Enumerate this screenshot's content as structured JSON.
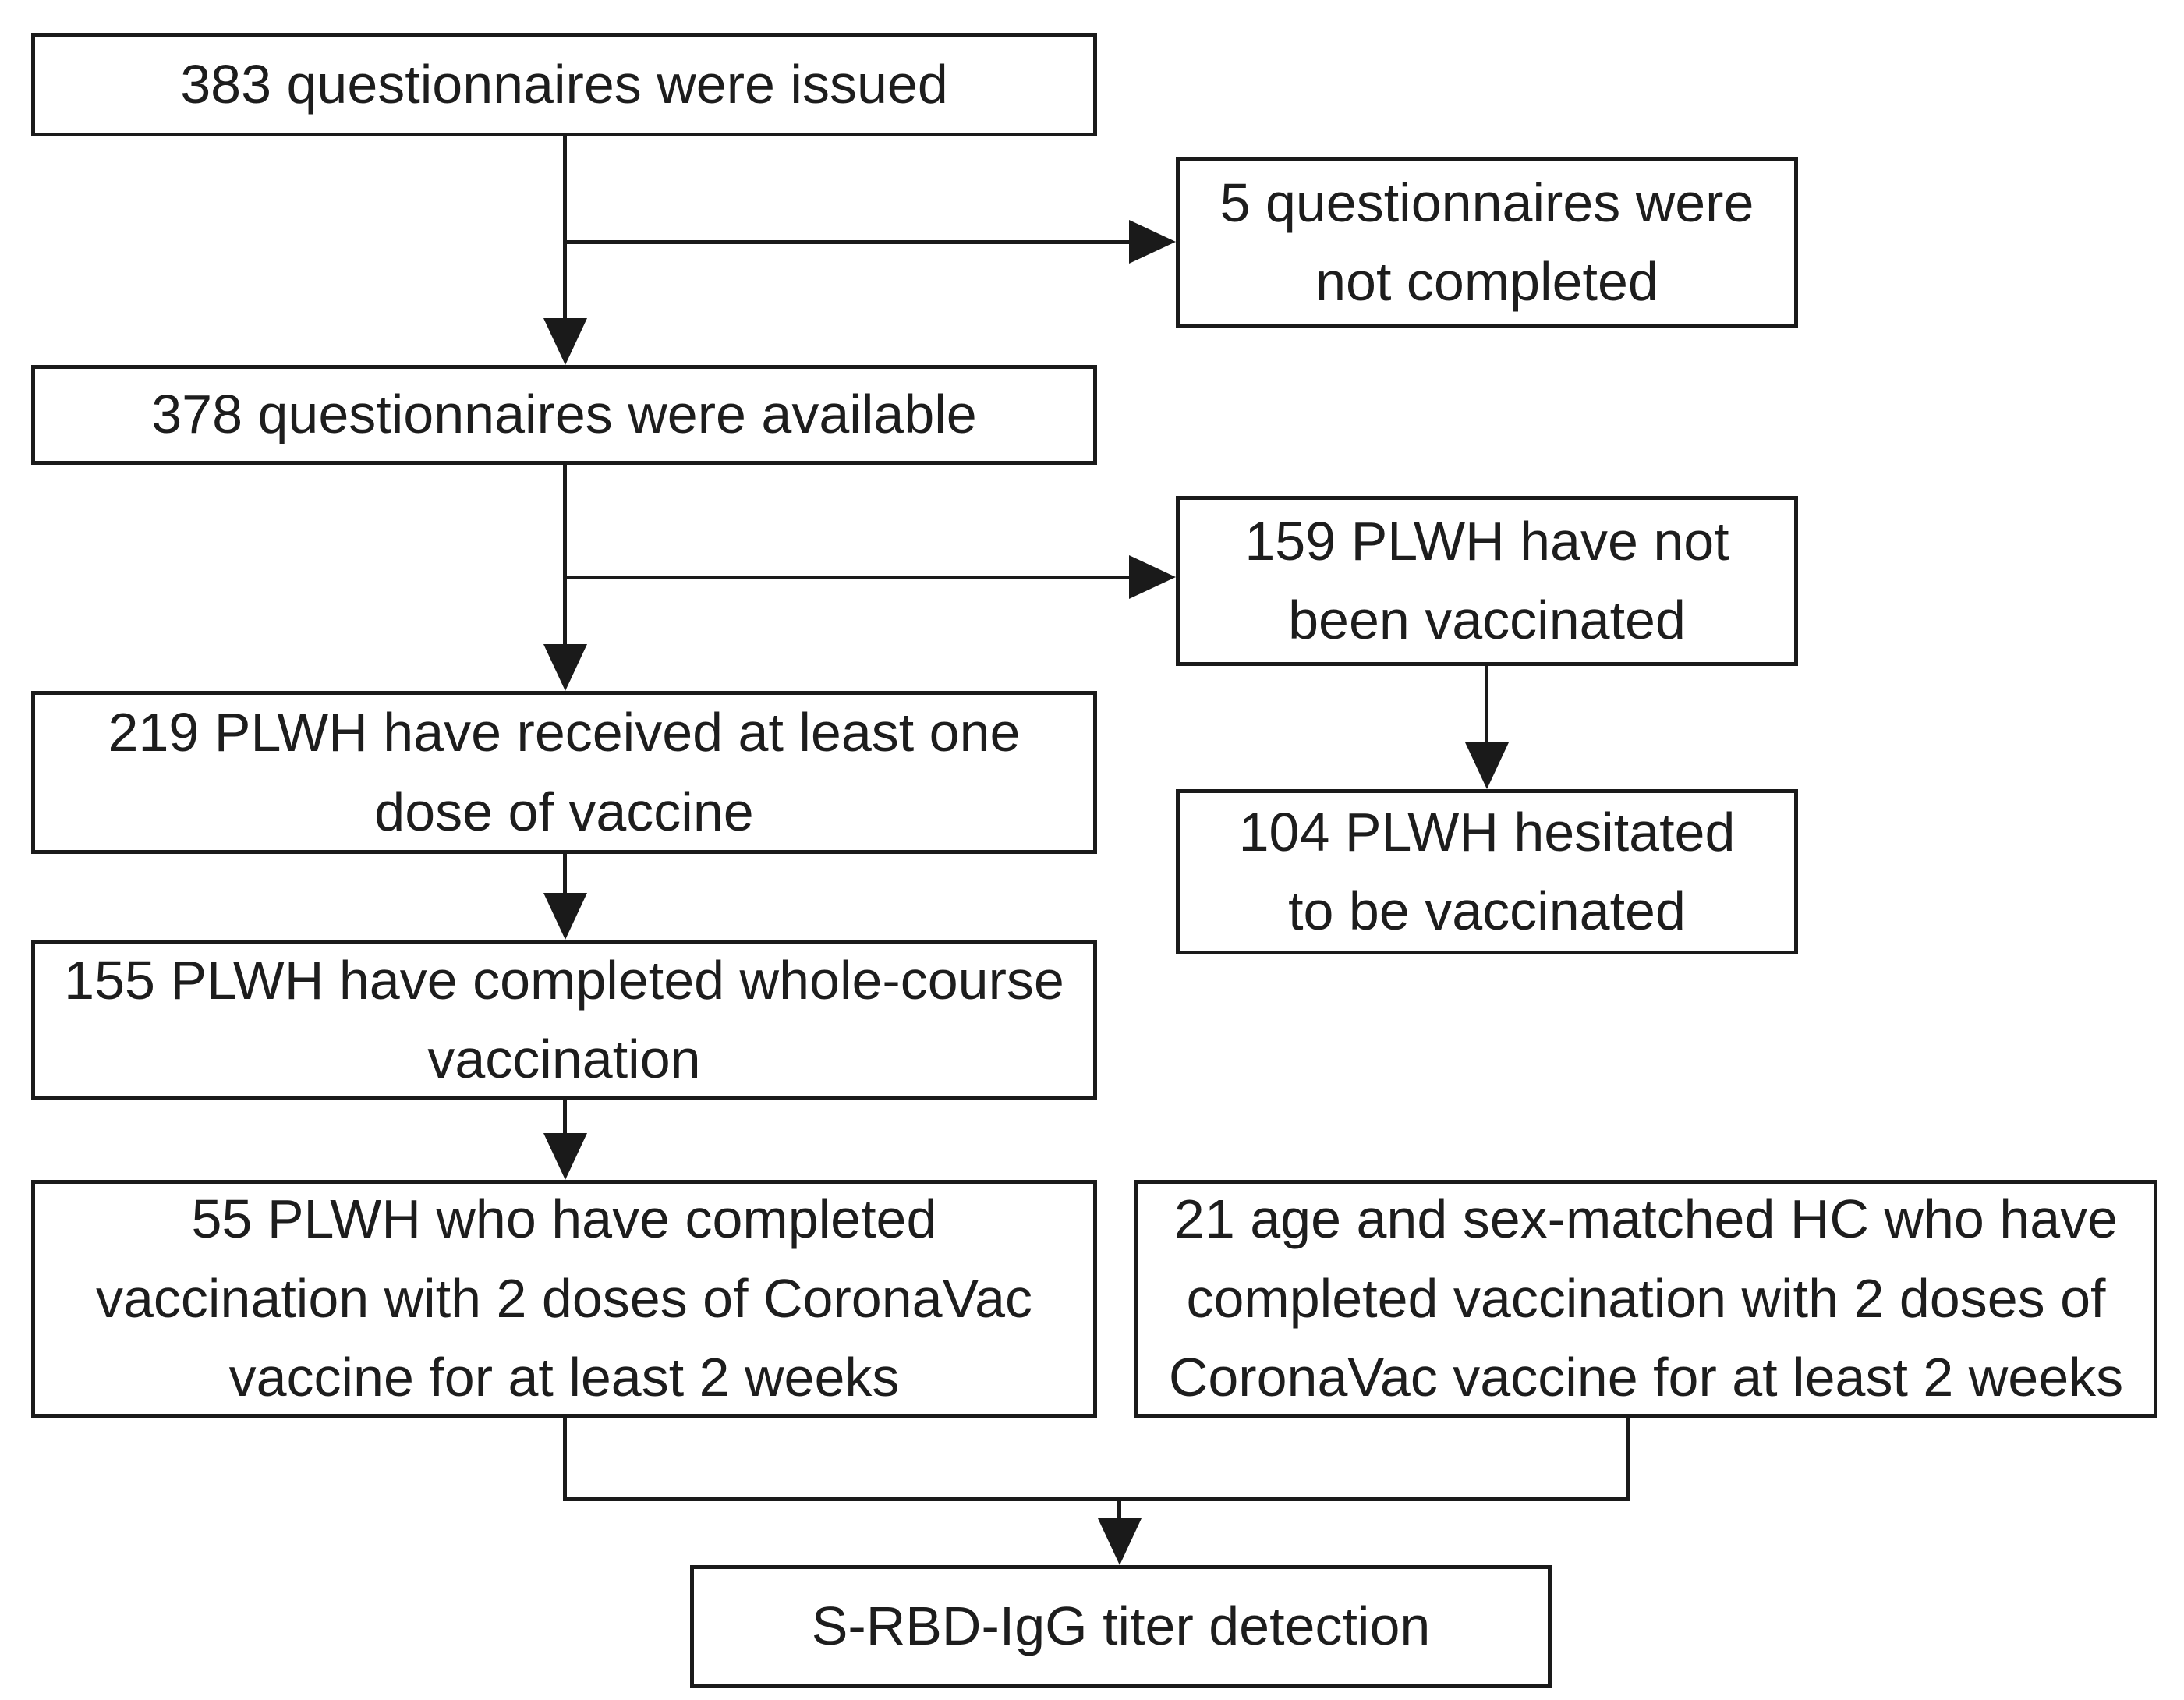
{
  "diagram_type": "study-flowchart",
  "colors": {
    "line": "#1a1a1a",
    "text": "#1d1d1d",
    "box_background": "#ffffff",
    "page_background": "#ffffff"
  },
  "nodes": {
    "issued": "383 questionnaires were issued",
    "not_completed": "5 questionnaires were\nnot completed",
    "available": "378 questionnaires were available",
    "not_vaccinated": "159 PLWH have not\nbeen vaccinated",
    "hesitated": "104 PLWH hesitated\nto be vaccinated",
    "one_dose": "219 PLWH have received at least one\ndose of vaccine",
    "whole_course": "155 PLWH have completed whole-course\nvaccination",
    "plwh_two_dose": "55 PLWH who have completed\nvaccination with 2 doses of CoronaVac\nvaccine for at least 2 weeks",
    "hc_two_dose": "21 age and sex-matched HC who have\ncompleted vaccination with 2 doses of\nCoronaVac vaccine for at least 2 weeks",
    "titer_detection": "S-RBD-IgG titer detection"
  },
  "edges": [
    {
      "from": "issued",
      "to": "not_completed"
    },
    {
      "from": "issued",
      "to": "available"
    },
    {
      "from": "available",
      "to": "not_vaccinated"
    },
    {
      "from": "available",
      "to": "one_dose"
    },
    {
      "from": "not_vaccinated",
      "to": "hesitated"
    },
    {
      "from": "one_dose",
      "to": "whole_course"
    },
    {
      "from": "whole_course",
      "to": "plwh_two_dose"
    },
    {
      "from": "plwh_two_dose",
      "to": "titer_detection"
    },
    {
      "from": "hc_two_dose",
      "to": "titer_detection"
    }
  ]
}
